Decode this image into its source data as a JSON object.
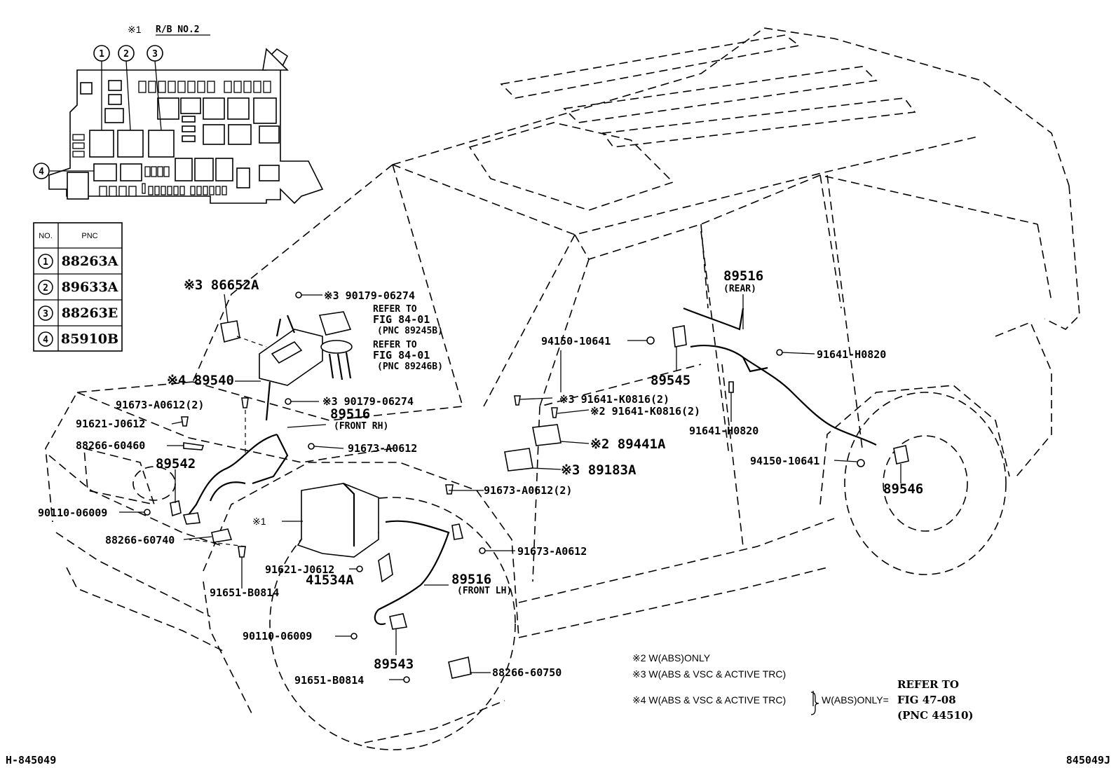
{
  "relay_block": {
    "title_mark": "※1",
    "title": "R/B NO.2",
    "callouts": [
      "1",
      "2",
      "3",
      "4"
    ]
  },
  "pnc_table": {
    "header": [
      "NO.",
      "PNC"
    ],
    "rows": [
      {
        "no": "1",
        "pnc": "88263A"
      },
      {
        "no": "2",
        "pnc": "89633A"
      },
      {
        "no": "3",
        "pnc": "88263E"
      },
      {
        "no": "4",
        "pnc": "85910B"
      }
    ]
  },
  "labels": {
    "p86652a": "※3 86652A",
    "p90179_top": "※3 90179-06274",
    "refer1_a": "REFER TO",
    "refer1_b": "FIG 84-01",
    "refer1_c": "(PNC 89245B)",
    "refer2_a": "REFER TO",
    "refer2_b": "FIG 84-01",
    "refer2_c": "(PNC 89246B)",
    "p89540": "※4 89540",
    "p90179_mid": "※3 90179-06274",
    "p91673_a2": "91673-A0612(2)",
    "p91621_top": "91621-J0612",
    "p89516_frh": "89516",
    "p89516_frh_sub": "(FRONT RH)",
    "p88266_460": "88266-60460",
    "p91673_rh": "91673-A0612",
    "p89542": "89542",
    "p90110_top": "90110-06009",
    "star1": "※1",
    "p88266_740": "88266-60740",
    "p91621_bot": "91621-J0612",
    "p41534a": "41534A",
    "p91651_top": "91651-B0814",
    "p90110_bot": "90110-06009",
    "p89543": "89543",
    "p91651_bot": "91651-B0814",
    "p88266_750": "88266-60750",
    "p91673_b2": "91673-A0612(2)",
    "p91673_lh": "91673-A0612",
    "p89516_flh": "89516",
    "p89516_flh_sub": "(FRONT LH)",
    "p94150_top": "94150-10641",
    "p89545": "89545",
    "p91641_k3": "※3 91641-K0816(2)",
    "p91641_k2": "※2 91641-K0816(2)",
    "p89441a": "※2 89441A",
    "p89183a": "※3 89183A",
    "p89516_rear": "89516",
    "p89516_rear_sub": "(REAR)",
    "p91641_h_top": "91641-H0820",
    "p91641_h_mid": "91641-H0820",
    "p94150_bot": "94150-10641",
    "p89546": "89546"
  },
  "notes": {
    "n2": "※2  W(ABS)ONLY",
    "n3": "※3  W(ABS & VSC & ACTIVE TRC)",
    "n4": "※4  W(ABS & VSC & ACTIVE TRC)",
    "n4_suffix": "W(ABS)ONLY=",
    "refer_a": "REFER TO",
    "refer_b": "FIG 47-08",
    "refer_c": "(PNC 44510)"
  },
  "footer": {
    "left": "H-845049",
    "right": "845049J"
  }
}
